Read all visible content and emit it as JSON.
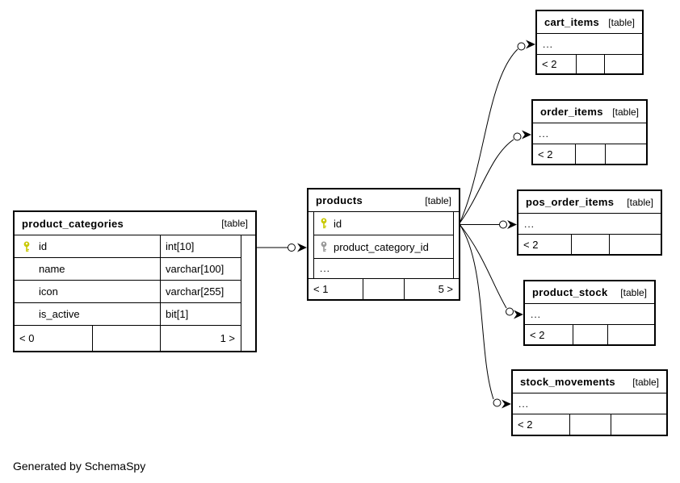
{
  "note": "Generated by SchemaSpy",
  "colors": {
    "background": "#ffffff",
    "table_header_bg": "#eeeeee",
    "border": "#000000",
    "pk_key": "#c8c800",
    "fk_key": "#999999"
  },
  "tables": {
    "product_categories": {
      "title": "product_categories",
      "tag": "[table]",
      "fields": [
        {
          "name": "id",
          "type": "int[10]",
          "key": "primary"
        },
        {
          "name": "name",
          "type": "varchar[100]",
          "key": ""
        },
        {
          "name": "icon",
          "type": "varchar[255]",
          "key": ""
        },
        {
          "name": "is_active",
          "type": "bit[1]",
          "key": ""
        }
      ],
      "footer": {
        "left": "< 0",
        "mid": "",
        "right": "1 >"
      }
    },
    "products": {
      "title": "products",
      "tag": "[table]",
      "fields": [
        {
          "name": "id",
          "key": "primary"
        },
        {
          "name": "product_category_id",
          "key": "foreign"
        }
      ],
      "ellipsis": "...",
      "footer": {
        "left": "< 1",
        "mid": "",
        "right": "5 >"
      }
    },
    "cart_items": {
      "title": "cart_items",
      "tag": "[table]",
      "ellipsis": "...",
      "footer": {
        "left": "< 2",
        "mid": "",
        "right": ""
      }
    },
    "order_items": {
      "title": "order_items",
      "tag": "[table]",
      "ellipsis": "...",
      "footer": {
        "left": "< 2",
        "mid": "",
        "right": ""
      }
    },
    "pos_order_items": {
      "title": "pos_order_items",
      "tag": "[table]",
      "ellipsis": "...",
      "footer": {
        "left": "< 2",
        "mid": "",
        "right": ""
      }
    },
    "product_stock": {
      "title": "product_stock",
      "tag": "[table]",
      "ellipsis": "...",
      "footer": {
        "left": "< 2",
        "mid": "",
        "right": ""
      }
    },
    "stock_movements": {
      "title": "stock_movements",
      "tag": "[table]",
      "ellipsis": "...",
      "footer": {
        "left": "< 2",
        "mid": "",
        "right": ""
      }
    }
  },
  "relationships": [
    {
      "from_table": "product_categories",
      "from_column": "id",
      "to_table": "products",
      "to_column": "product_category_id"
    },
    {
      "from_table": "products",
      "from_column": "id",
      "to_table": "cart_items"
    },
    {
      "from_table": "products",
      "from_column": "id",
      "to_table": "order_items"
    },
    {
      "from_table": "products",
      "from_column": "id",
      "to_table": "pos_order_items"
    },
    {
      "from_table": "products",
      "from_column": "id",
      "to_table": "product_stock"
    },
    {
      "from_table": "products",
      "from_column": "id",
      "to_table": "stock_movements"
    }
  ]
}
